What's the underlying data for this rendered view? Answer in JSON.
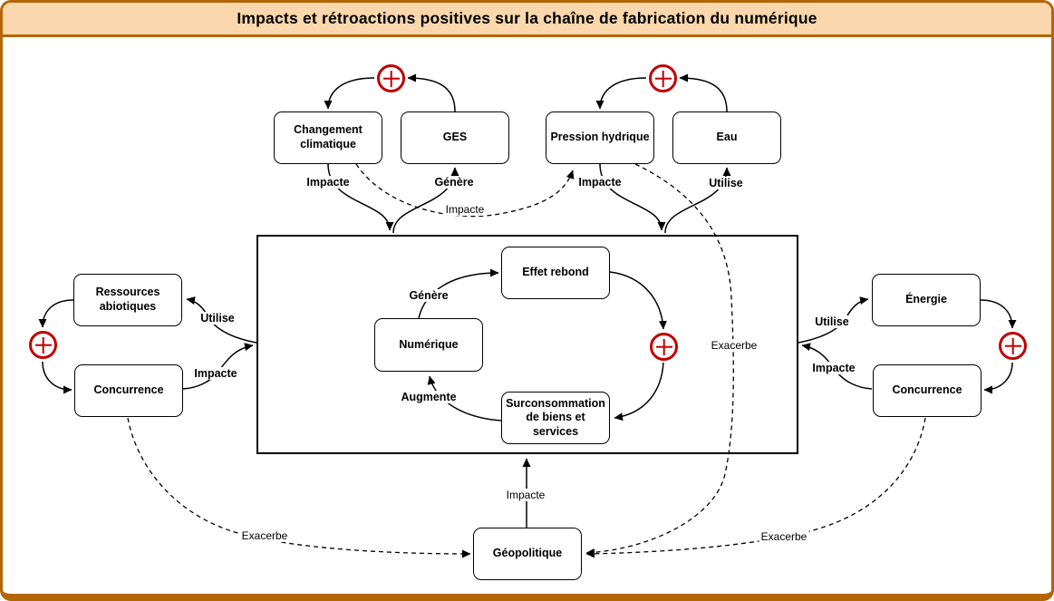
{
  "frame": {
    "title": "Impacts et rétroactions positives sur la chaîne de fabrication du numérique"
  },
  "colors": {
    "frame_border": "#B46504",
    "header_fill": "#FAD7AC",
    "node_border": "#000000",
    "feedback_red": "#C00000",
    "edge_color": "#000000"
  },
  "icons": {
    "positive_feedback": "circled-plus"
  },
  "nodes": {
    "changement_climatique": "Changement climatique",
    "ges": "GES",
    "pression_hydrique": "Pression hydrique",
    "eau": "Eau",
    "ressources_abiotiques": "Ressources abiotiques",
    "concurrence_gauche": "Concurrence",
    "energie": "Énergie",
    "concurrence_droite": "Concurrence",
    "effet_rebond": "Effet rebond",
    "numerique": "Numérique",
    "surconsommation": "Surconsommation de biens et services",
    "geopolitique": "Géopolitique"
  },
  "edge_labels": {
    "cc_vers_systeme": "Impacte",
    "systeme_vers_ges": "Génère",
    "ph_vers_systeme": "Impacte",
    "systeme_vers_eau": "Utilise",
    "cc_vers_ph": "Impacte",
    "systeme_vers_ressources": "Utilise",
    "concurrence_g_vers_systeme": "Impacte",
    "systeme_vers_energie": "Utilise",
    "concurrence_d_vers_systeme": "Impacte",
    "numerique_vers_effet_rebond": "Génère",
    "surconso_vers_numerique": "Augmente",
    "ph_vers_geopolitique": "Exacerbe",
    "geopolitique_vers_systeme": "Impacte",
    "concurrence_g_vers_geopolitique": "Exacerbe",
    "concurrence_d_vers_geopolitique": "Exacerbe"
  }
}
